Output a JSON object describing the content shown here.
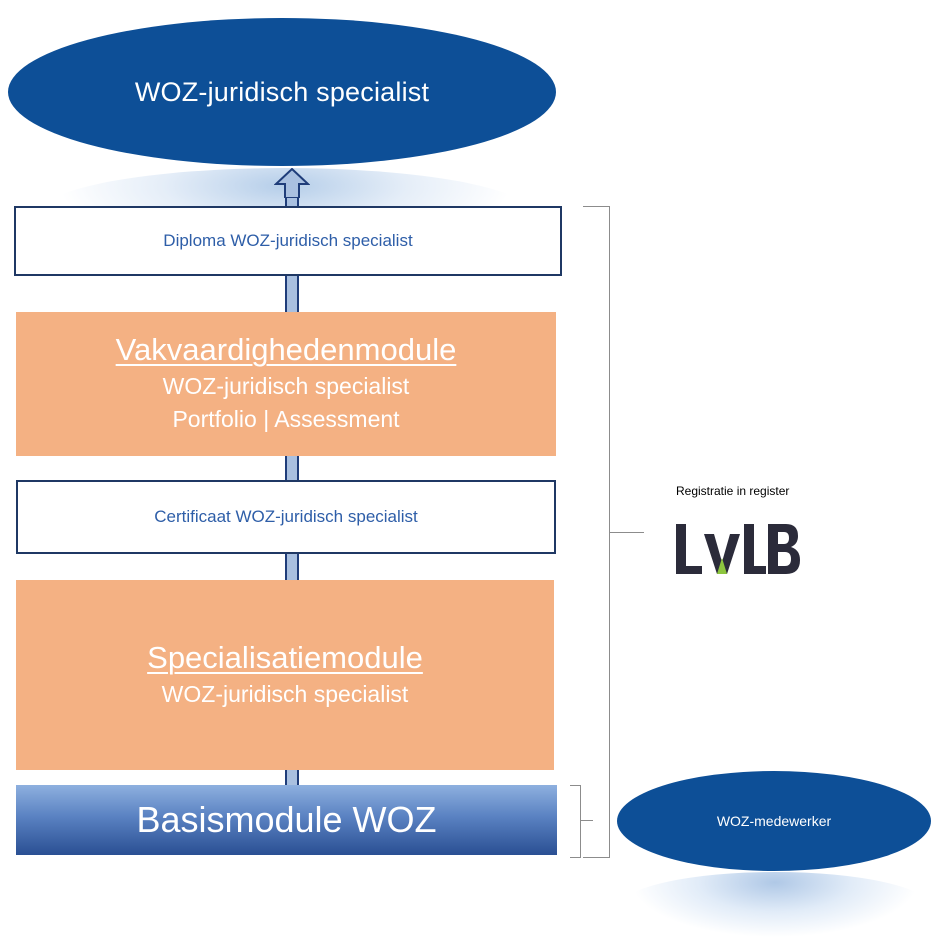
{
  "top_goal": {
    "label": "WOZ-juridisch specialist"
  },
  "diploma": {
    "label": "Diploma WOZ-juridisch specialist"
  },
  "vakvaardigheden": {
    "title": "Vakvaardighedenmodule",
    "line1": "WOZ-juridisch specialist",
    "line2": "Portfolio | Assessment"
  },
  "certificaat": {
    "label": "Certificaat WOZ-juridisch specialist"
  },
  "specialisatie": {
    "title": "Specialisatiemodule",
    "line1": "WOZ-juridisch specialist"
  },
  "basis": {
    "label": "Basismodule WOZ"
  },
  "registration": {
    "label": "Registratie in register",
    "logo_text": "LVLB"
  },
  "medewerker": {
    "label": "WOZ-medewerker"
  },
  "colors": {
    "navy": "#0d4f97",
    "orange": "#f4b183",
    "box_text": "#2e5ea8",
    "logo_dark": "#2b2b3a",
    "logo_green": "#8dc63f"
  }
}
